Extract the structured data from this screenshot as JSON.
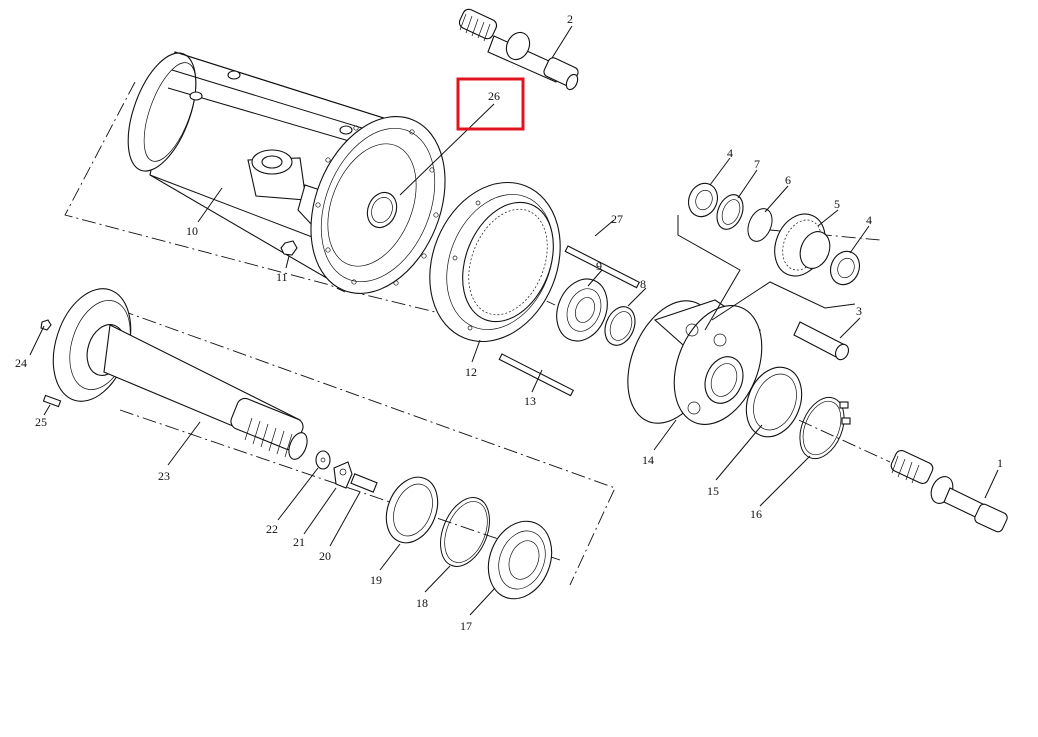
{
  "diagram": {
    "highlight_color": "#e0141e",
    "line_color": "#111111",
    "highlighted_callout": "26",
    "callouts": [
      {
        "id": "c1",
        "text": "1"
      },
      {
        "id": "c2",
        "text": "2"
      },
      {
        "id": "c3",
        "text": "3"
      },
      {
        "id": "c4a",
        "text": "4"
      },
      {
        "id": "c4b",
        "text": "4"
      },
      {
        "id": "c5",
        "text": "5"
      },
      {
        "id": "c6",
        "text": "6"
      },
      {
        "id": "c7",
        "text": "7"
      },
      {
        "id": "c8",
        "text": "8"
      },
      {
        "id": "c9",
        "text": "9"
      },
      {
        "id": "c10",
        "text": "10"
      },
      {
        "id": "c11",
        "text": "11"
      },
      {
        "id": "c12",
        "text": "12"
      },
      {
        "id": "c13",
        "text": "13"
      },
      {
        "id": "c14",
        "text": "14"
      },
      {
        "id": "c15",
        "text": "15"
      },
      {
        "id": "c16",
        "text": "16"
      },
      {
        "id": "c17",
        "text": "17"
      },
      {
        "id": "c18",
        "text": "18"
      },
      {
        "id": "c19",
        "text": "19"
      },
      {
        "id": "c20",
        "text": "20"
      },
      {
        "id": "c21",
        "text": "21"
      },
      {
        "id": "c22",
        "text": "22"
      },
      {
        "id": "c23",
        "text": "23"
      },
      {
        "id": "c24",
        "text": "24"
      },
      {
        "id": "c25",
        "text": "25"
      },
      {
        "id": "c26",
        "text": "26"
      },
      {
        "id": "c27",
        "text": "27"
      }
    ]
  }
}
